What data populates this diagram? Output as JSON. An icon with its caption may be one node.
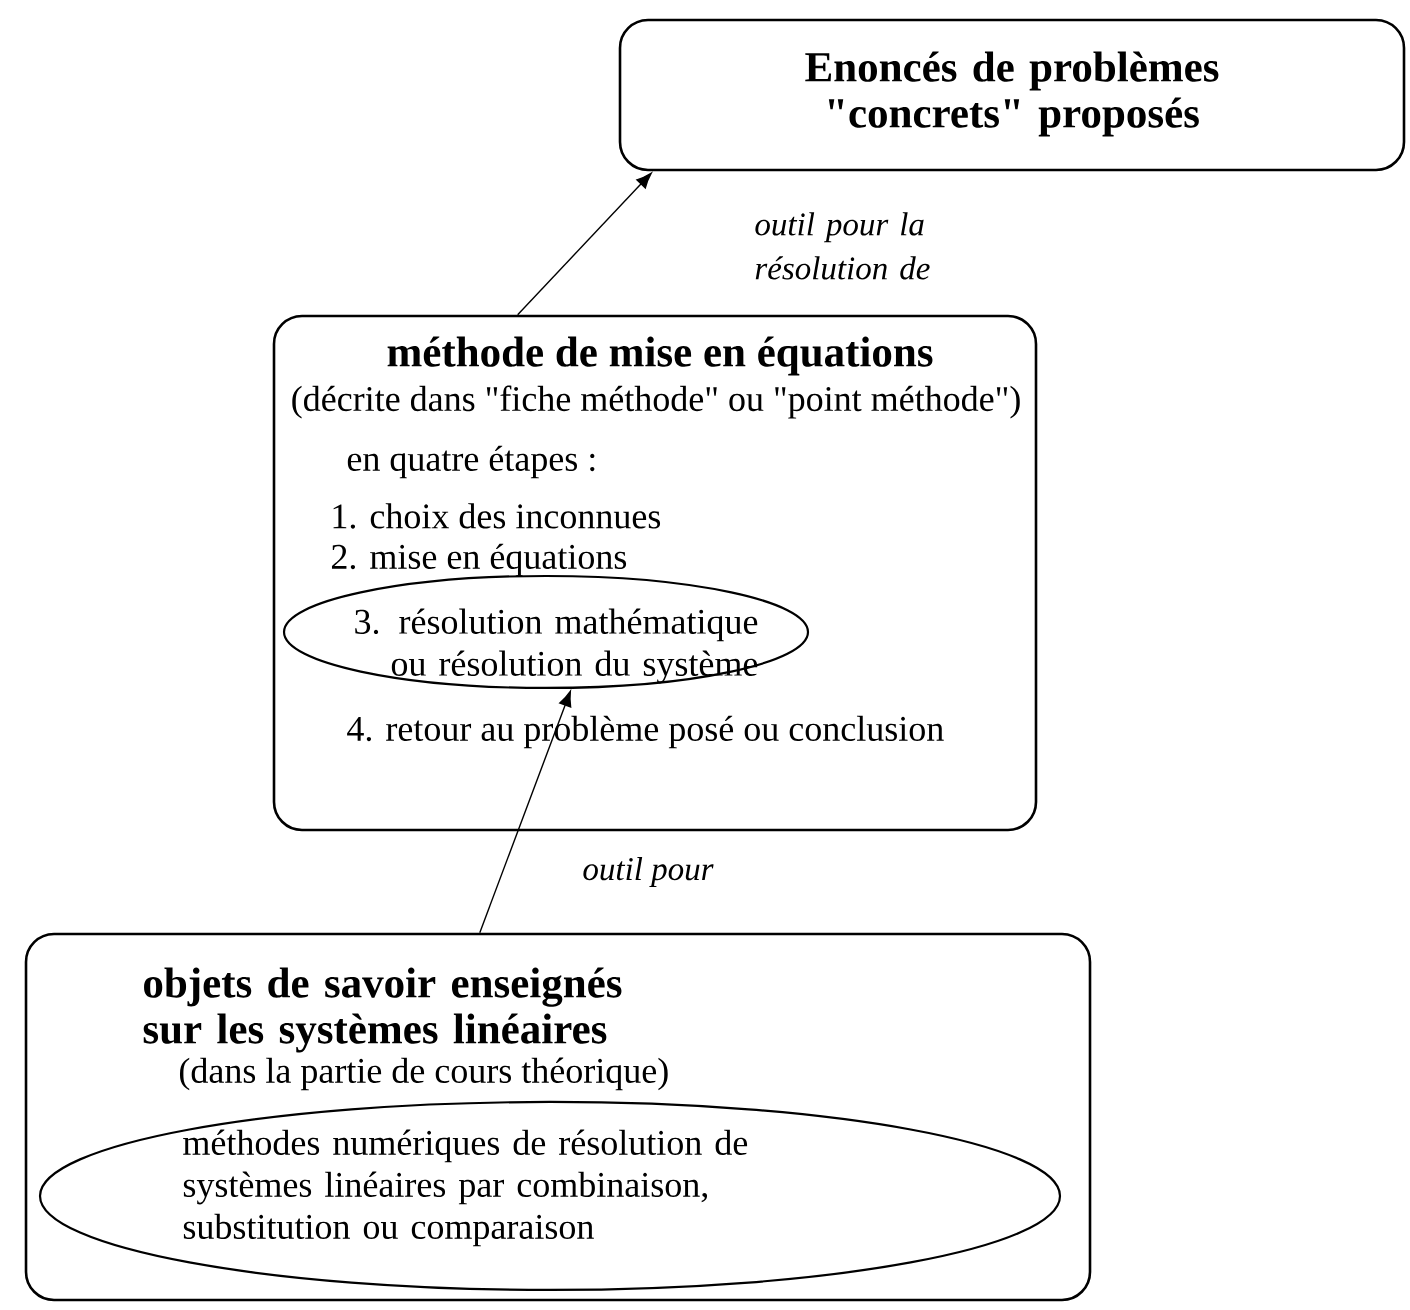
{
  "diagram": {
    "nodes": [
      {
        "text": [
          "Enoncés de problèmes \"concrets\" proposés"
        ]
      },
      {
        "text": [
          "méthode de mise en équations",
          "(décrite dans \"fiche méthode\" ou \"point méthode\")",
          "en quatre étapes :",
          "1. choix des inconnues",
          "2. mise en équations",
          "4. retour au problème posé ou conclusion"
        ]
      },
      {
        "text": [
          "3. résolution mathématique ou résolution du système"
        ],
        "in": 1
      },
      {
        "text": [
          "objets de savoir enseignés sur les systèmes linéaires",
          "(dans la partie de cours théorique)"
        ]
      },
      {
        "text": [
          "méthodes numériques de résolution de systèmes linéaires par combinaison, substitution ou comparaison"
        ],
        "in": 3
      }
    ],
    "edges": [
      {
        "from": 1,
        "to": 0,
        "arrow": "to",
        "label": "outil pour la résolution de"
      },
      {
        "from": 3,
        "to": 2,
        "arrow": "to",
        "label": "outil pour"
      }
    ]
  }
}
